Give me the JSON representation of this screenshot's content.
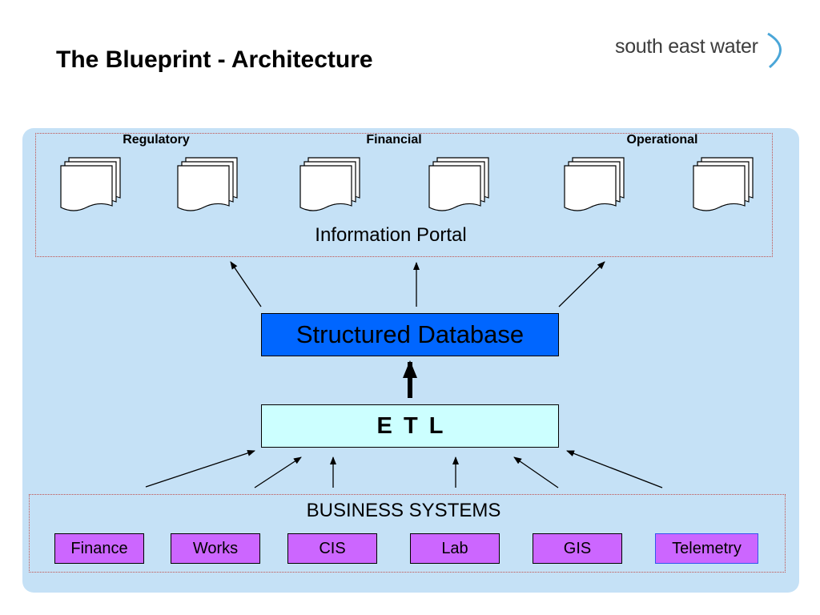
{
  "slide": {
    "title": "The Blueprint - Architecture"
  },
  "logo": {
    "text": "south east water"
  },
  "portal": {
    "categories": [
      "Regulatory",
      "Financial",
      "Operational"
    ],
    "label": "Information Portal"
  },
  "database": {
    "label": "Structured Database"
  },
  "etl": {
    "label": "E T L"
  },
  "business": {
    "label": "BUSINESS  SYSTEMS",
    "systems": [
      "Finance",
      "Works",
      "CIS",
      "Lab",
      "GIS",
      "Telemetry"
    ]
  },
  "colors": {
    "panel": "#c5e1f6",
    "database": "#0066ff",
    "etl": "#ccffff",
    "systems": "#cc66ff",
    "dotted_border": "#c0504d"
  }
}
